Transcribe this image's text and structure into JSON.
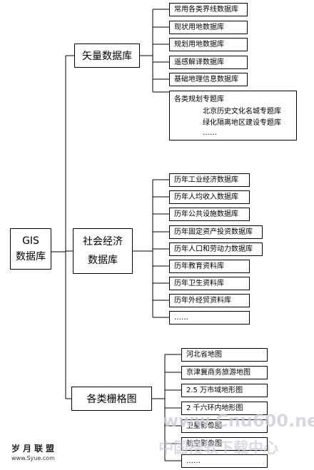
{
  "root": {
    "line1": "GIS",
    "line2": "数据库"
  },
  "vector": {
    "label": "矢量数据库",
    "items": [
      "常用各类界线数据库",
      "现状用地数据库",
      "规划用地数据库",
      "遥感解译数据库",
      "基础地理信息数据库"
    ],
    "planning": {
      "title": "各类规划专题库",
      "items": [
        "北京历史文化名城专题库",
        "绿化隔离地区建设专题库",
        "……"
      ]
    }
  },
  "socio": {
    "line1": "社会经济",
    "line2": "数据库",
    "items": [
      "历年工业经济数据库",
      "历年人均收入数据库",
      "历年公共设施数据库",
      "历年固定资产投资数据库",
      "历年人口和劳动力数据库",
      "历年教育资料库",
      "历年卫生资料库",
      "历年外经贸资料库",
      "……"
    ]
  },
  "raster": {
    "label": "各类栅格图",
    "items": [
      "河北省地图",
      "京津冀商务旅游地图",
      "2.5 万市域地形图",
      "2 千六环内地形图",
      "卫星影像图",
      "航空影像图",
      "……"
    ]
  },
  "watermark": {
    "line1": "www.Cnu600.net",
    "line2": "中国搜软下载中心"
  },
  "logo": {
    "name": "岁月联盟",
    "url": "www.Syue.com"
  }
}
